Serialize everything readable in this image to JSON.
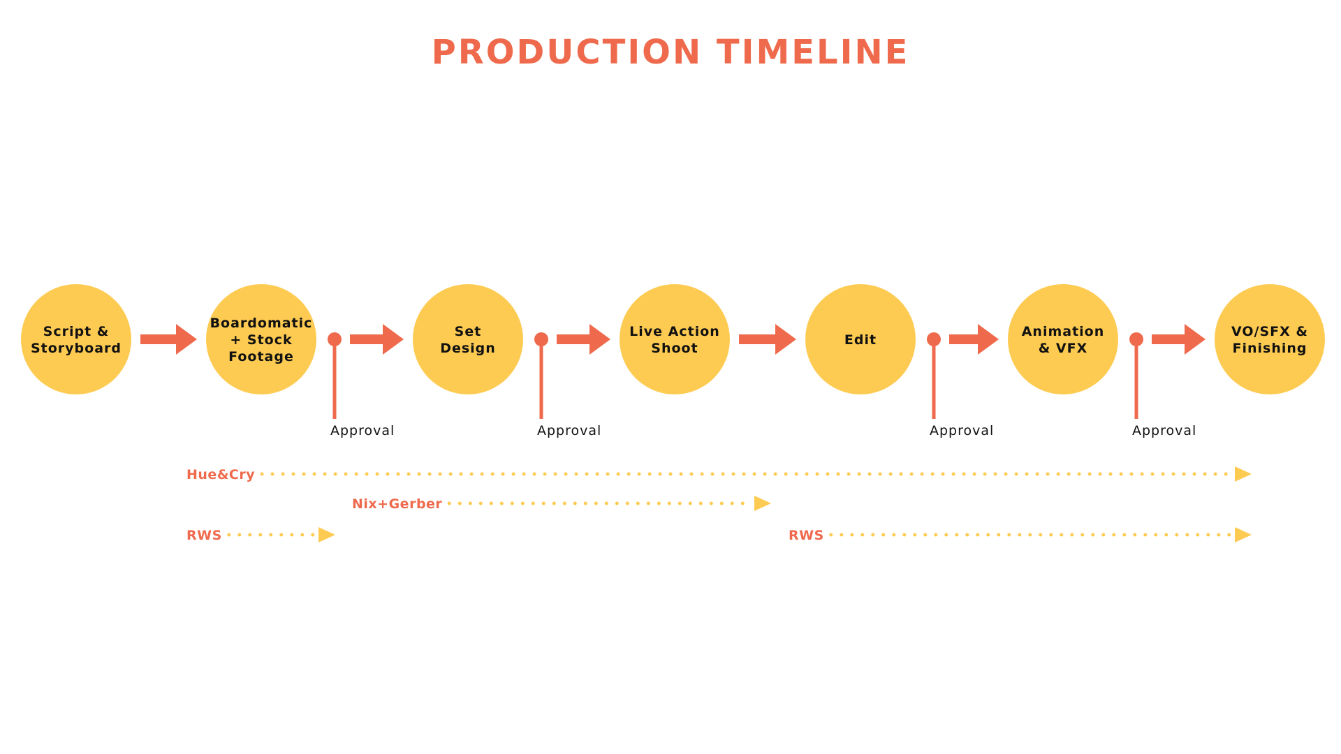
{
  "title": "PRODUCTION TIMELINE",
  "colors": {
    "accent": "#ef6a4c",
    "stage_fill": "#fdcb52",
    "track": "#fdcb52",
    "text": "#111111",
    "background": "#ffffff"
  },
  "stages": [
    {
      "id": "script",
      "lines": [
        "Script &",
        "Storyboard"
      ]
    },
    {
      "id": "boardomatic",
      "lines": [
        "Boardomatic",
        "+ Stock",
        "Footage"
      ]
    },
    {
      "id": "set-design",
      "lines": [
        "Set",
        "Design"
      ]
    },
    {
      "id": "live-action",
      "lines": [
        "Live Action",
        "Shoot"
      ]
    },
    {
      "id": "edit",
      "lines": [
        "Edit"
      ]
    },
    {
      "id": "animation",
      "lines": [
        "Animation",
        "& VFX"
      ]
    },
    {
      "id": "finishing",
      "lines": [
        "VO/SFX &",
        "Finishing"
      ]
    }
  ],
  "connectors": [
    {
      "from": 0,
      "approval": false
    },
    {
      "from": 1,
      "approval": true,
      "label": "Approval"
    },
    {
      "from": 2,
      "approval": true,
      "label": "Approval"
    },
    {
      "from": 3,
      "approval": false
    },
    {
      "from": 4,
      "approval": true,
      "label": "Approval"
    },
    {
      "from": 5,
      "approval": true,
      "label": "Approval"
    }
  ],
  "teams": [
    {
      "id": "hue-cry",
      "label": "Hue&Cry",
      "row": 0,
      "from_stage": 1,
      "to_stage": 6
    },
    {
      "id": "nix-gerber",
      "label": "Nix+Gerber",
      "row": 1,
      "from_stage": 2,
      "to_stage": 3
    },
    {
      "id": "rws-early",
      "label": "RWS",
      "row": 2,
      "from_stage": 1,
      "to_stage": 1
    },
    {
      "id": "rws-late",
      "label": "RWS",
      "row": 2,
      "from_stage": 4,
      "to_stage": 6
    }
  ]
}
